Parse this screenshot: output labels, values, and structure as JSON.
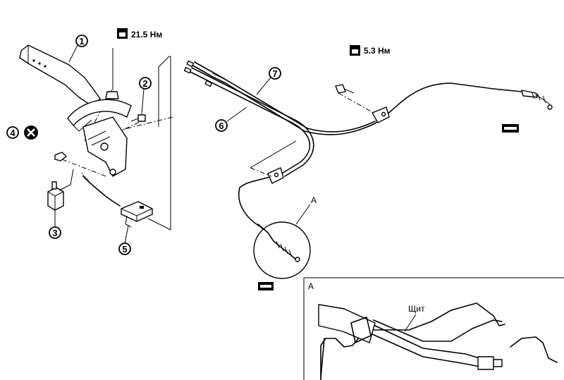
{
  "callouts": [
    "1",
    "2",
    "3",
    "4",
    "5",
    "6",
    "7"
  ],
  "torques": {
    "lever_nut": "21.5 Нм",
    "bracket_bolt": "5.3 Нм"
  },
  "detail": {
    "marker": "A",
    "inset_label": "A",
    "shield_label": "Щит"
  },
  "icons": {
    "torque": "torque-wrench-icon",
    "no_reuse": "do-not-reuse-icon",
    "lube": "grease-point-icon"
  }
}
